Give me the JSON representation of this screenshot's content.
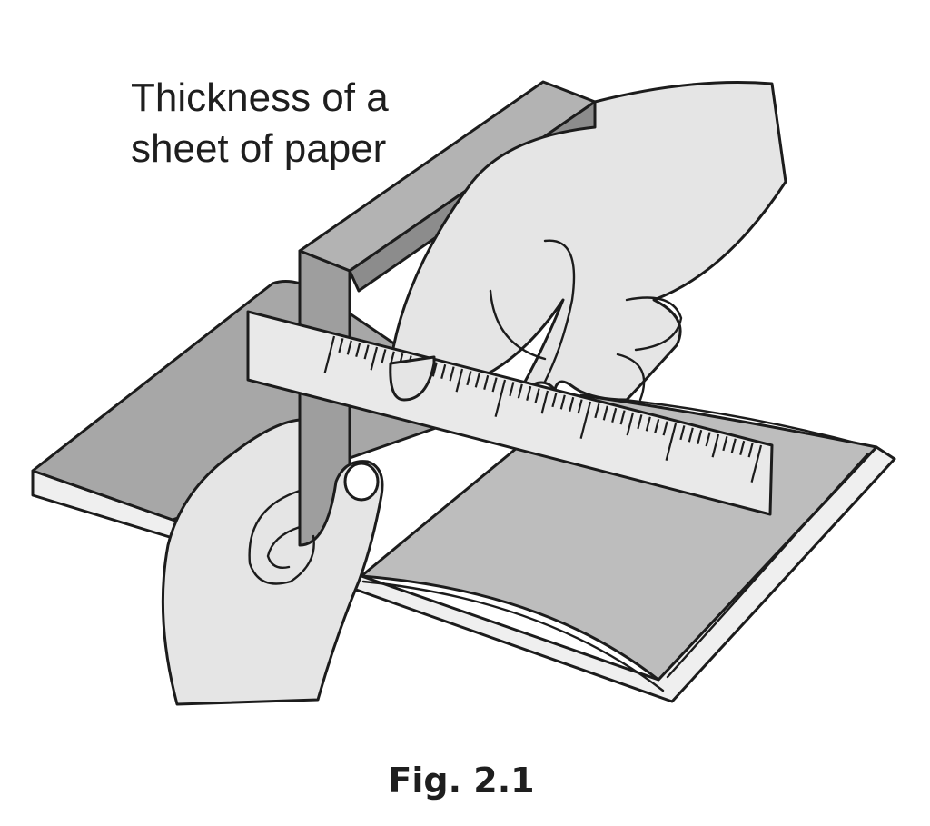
{
  "figure": {
    "label_lines": [
      "Thickness of a",
      "sheet of paper"
    ],
    "caption": "Fig. 2.1"
  },
  "colors": {
    "skin": "#e5e5e5",
    "book_left": "#a7a7a7",
    "book_right": "#bdbdbd",
    "book_edge": "#efefef",
    "ruler": "#e9e9e9",
    "block_face": "#9e9e9e",
    "block_top": "#b3b3b3",
    "outline": "#1c1c1c"
  },
  "icons": {
    "book": "open-book-illustration",
    "ruler": "ruler-illustration",
    "block": "paper-stack-block-illustration",
    "hands": "hand-illustration"
  }
}
